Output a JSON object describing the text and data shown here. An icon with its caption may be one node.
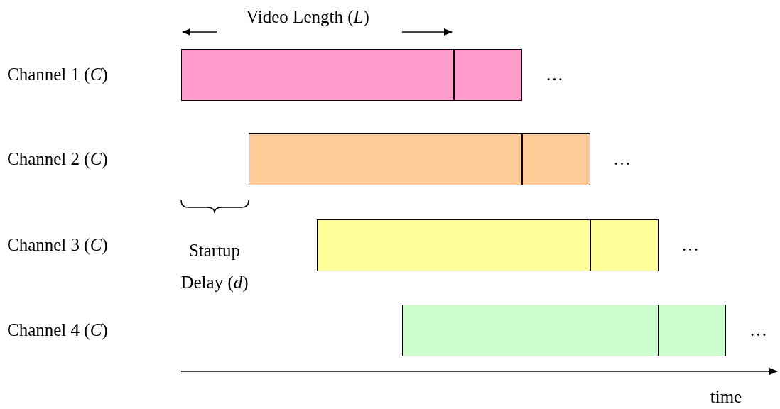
{
  "diagram": {
    "nodes": [
      {
        "text": [],
        "shape": "bar",
        "beside": [
          "…"
        ]
      },
      {
        "text": [],
        "shape": "bar",
        "beside": [
          "…"
        ]
      },
      {
        "text": [],
        "shape": "bar",
        "beside": [
          "…"
        ]
      },
      {
        "text": [],
        "shape": "bar",
        "beside": [
          "…"
        ]
      }
    ],
    "edges": [],
    "labels": [
      "Video Length (*L*)",
      "Channel 1 (*C*)",
      "Channel 2 (*C*)",
      "Channel 3 (*C*)",
      "Startup Delay (*d*)",
      "Channel 4 (*C*)",
      "time"
    ]
  }
}
